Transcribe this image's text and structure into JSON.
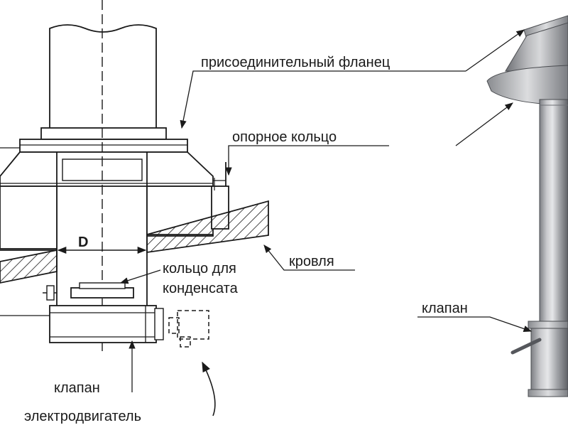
{
  "labels": {
    "flange": "присоединительный фланец",
    "support_ring": "опорное кольцо",
    "roof": "кровля",
    "condensate_ring_line1": "кольцо для",
    "condensate_ring_line2": "конденсата",
    "valve_left": "клапан",
    "motor": "электродвигатель",
    "valve_right": "клапан",
    "diameter": "D"
  },
  "colors": {
    "line": "#1a1a1a",
    "hatch": "#1a1a1a",
    "metal_light": "#d9dadc",
    "metal_mid": "#9c9ea2",
    "metal_dark": "#5f6166"
  }
}
